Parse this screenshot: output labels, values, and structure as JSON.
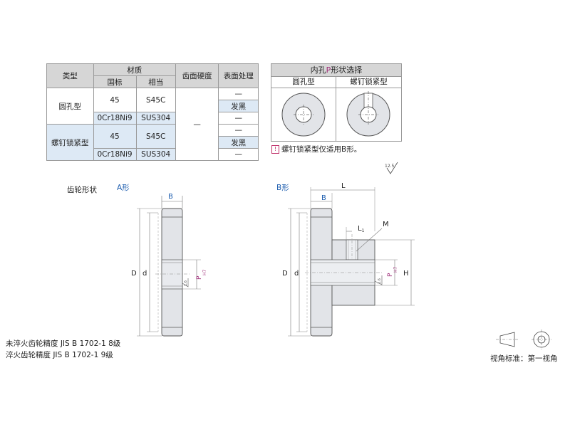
{
  "spec_table": {
    "headers": {
      "type": "类型",
      "material": "材质",
      "material_std": "国标",
      "material_equiv": "相当",
      "hardness": "齿面硬度",
      "surface": "表面处理"
    },
    "rows": [
      {
        "type": "圆孔型",
        "std": "45",
        "equiv": "S45C",
        "surface": "—"
      },
      {
        "type": "",
        "std": "",
        "equiv": "",
        "surface": "发黑"
      },
      {
        "type": "",
        "std": "0Cr18Ni9",
        "equiv": "SUS304",
        "surface": "—"
      },
      {
        "type": "螺钉锁紧型",
        "std": "45",
        "equiv": "S45C",
        "surface": "—"
      },
      {
        "type": "",
        "std": "",
        "equiv": "",
        "surface": "发黑"
      },
      {
        "type": "",
        "std": "0Cr18Ni9",
        "equiv": "SUS304",
        "surface": "—"
      }
    ],
    "hardness_value": "—"
  },
  "hole_panel": {
    "title_pre": "内孔",
    "title_p": "P",
    "title_post": "形状选择",
    "round": "圆孔型",
    "screw": "螺钉锁紧型",
    "note_icon": "!",
    "note": "螺钉锁紧型仅适用B形。"
  },
  "roughness_top": "12.5",
  "labels": {
    "gear_shape": "齿轮形状",
    "shape_a": "A形",
    "shape_b": "B形",
    "B": "B",
    "D": "D",
    "d": "d",
    "P": "P",
    "H7": "H7",
    "L": "L",
    "L1": "L",
    "L1_sub": "1",
    "M": "M",
    "H": "H",
    "rough": "1.6"
  },
  "precision": {
    "line1": "未淬火齿轮精度 JIS B 1702-1 8级",
    "line2": "淬火齿轮精度 JIS B 1702-1 9级"
  },
  "view_standard": "视角标准：第一视角",
  "colors": {
    "header_gray": "#d6d6d6",
    "row_blue": "#dde9f5",
    "part_fill": "#e2e4e8",
    "label_blue": "#1f5fb0",
    "label_pink": "#a0307a",
    "note_pink": "#c0306a"
  }
}
